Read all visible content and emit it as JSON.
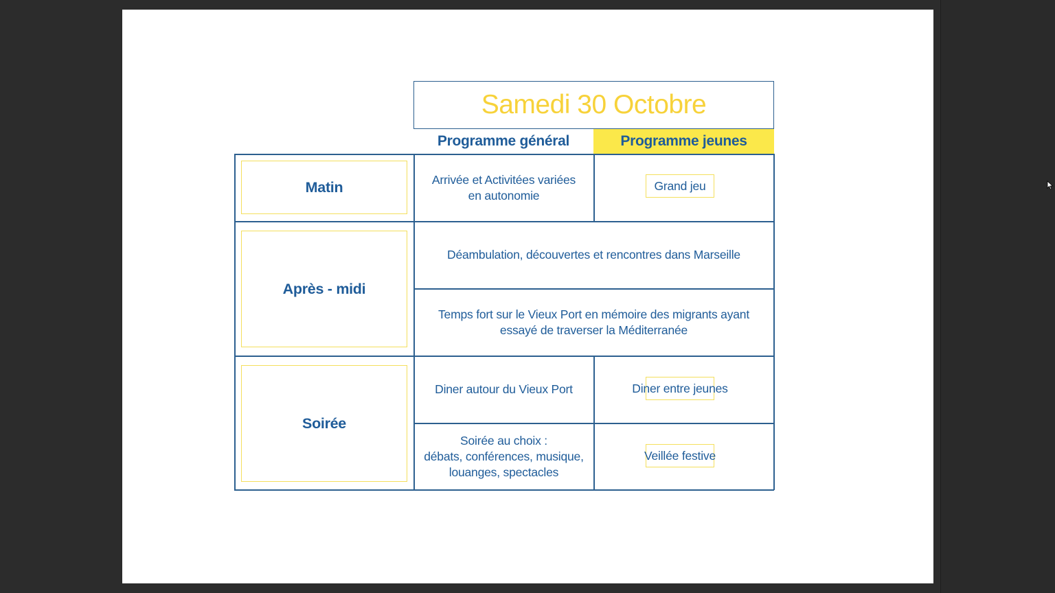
{
  "title": "Samedi 30 Octobre",
  "columns": {
    "general": "Programme général",
    "jeunes": "Programme jeunes"
  },
  "periods": {
    "matin": "Matin",
    "apres_midi": "Après - midi",
    "soiree": "Soirée"
  },
  "cells": {
    "matin_general_line1": "Arrivée et Activitées variées",
    "matin_general_line2": "en autonomie",
    "matin_jeunes": "Grand jeu",
    "apres_midi_1": "Déambulation, découvertes et rencontres dans Marseille",
    "apres_midi_2_line1": "Temps fort sur le Vieux Port en mémoire des migrants ayant",
    "apres_midi_2_line2": "essayé de traverser la Méditerranée",
    "soiree_general_1": "Diner autour du Vieux Port",
    "soiree_jeunes_1": "Diner entre jeunes",
    "soiree_general_2_line1": "Soirée au choix :",
    "soiree_general_2_line2": "débats, conférences, musique,",
    "soiree_general_2_line3": "louanges, spectacles",
    "soiree_jeunes_2": "Veillée festive"
  },
  "colors": {
    "title": "#f7d23a",
    "text": "#1f5c99",
    "border": "#2c5f8f",
    "highlight": "#fbe84a",
    "box_outline": "#f4df5c"
  },
  "icons": {
    "cursor": "mouse-pointer-icon"
  }
}
